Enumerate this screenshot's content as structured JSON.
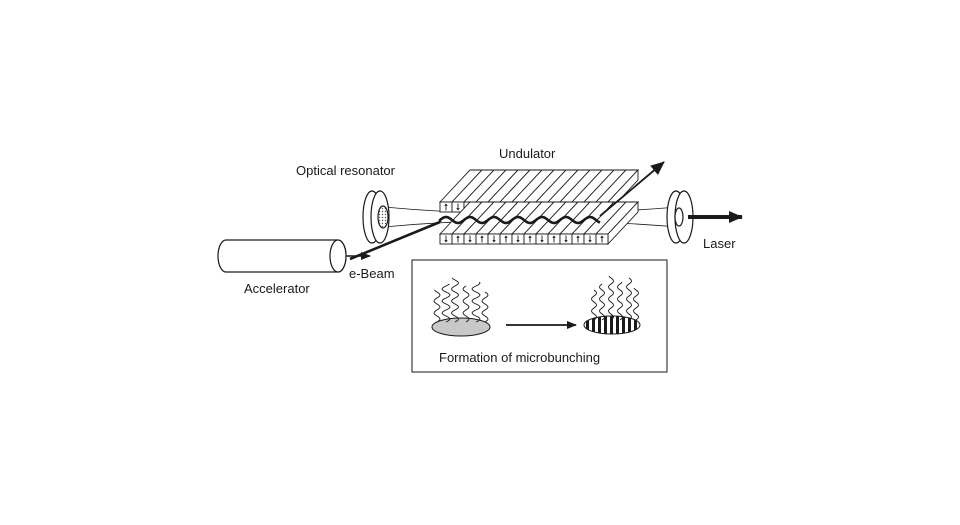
{
  "labels": {
    "undulator": "Undulator",
    "optical_resonator": "Optical resonator",
    "laser": "Laser",
    "e_beam": "e-Beam",
    "accelerator": "Accelerator",
    "microbunching": "Formation of microbunching"
  },
  "colors": {
    "line": "#1a1a1a",
    "unbunched_fill": "#c8c8c8",
    "background": "#ffffff"
  },
  "icons": {
    "accelerator": "cylinder",
    "resonator_mirror": "ring-disc",
    "beam_arrow": "arrow-right"
  }
}
